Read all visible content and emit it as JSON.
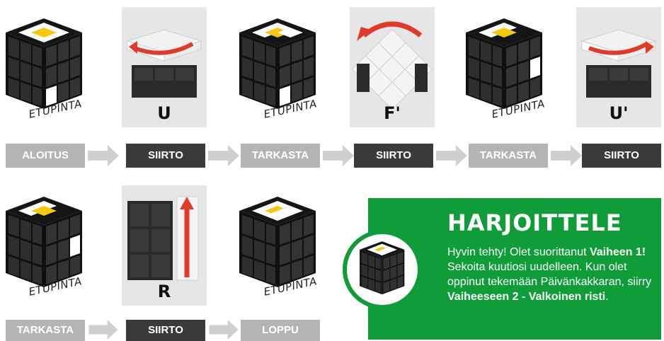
{
  "face_label": "ETUPINTA",
  "moves": {
    "u": "U",
    "f_prime": "F'",
    "u_prime": "U'",
    "r": "R"
  },
  "steps_row1": [
    "ALOITUS",
    "SIIRTO",
    "TARKASTA",
    "SIIRTO",
    "TARKASTA",
    "SIIRTO"
  ],
  "steps_row2": [
    "TARKASTA",
    "SIIRTO",
    "LOPPU"
  ],
  "practice": {
    "title": "HARJOITTELE",
    "text_1": "Hyvin tehty! Olet suorittanut ",
    "bold_1": "Vaiheen 1!",
    "text_2": " Sekoita kuutiosi uudelleen. Kun olet oppinut tekemään Päivänkakkaran, siirry ",
    "bold_2": "Vaiheeseen 2 - Valkoinen risti",
    "text_3": "."
  },
  "colors": {
    "green": "#119c3a",
    "yellow": "#f6c90e",
    "white": "#ffffff",
    "black": "#222222",
    "dark_step": "#3a3a3a",
    "light_step": "#b4b4b4"
  }
}
